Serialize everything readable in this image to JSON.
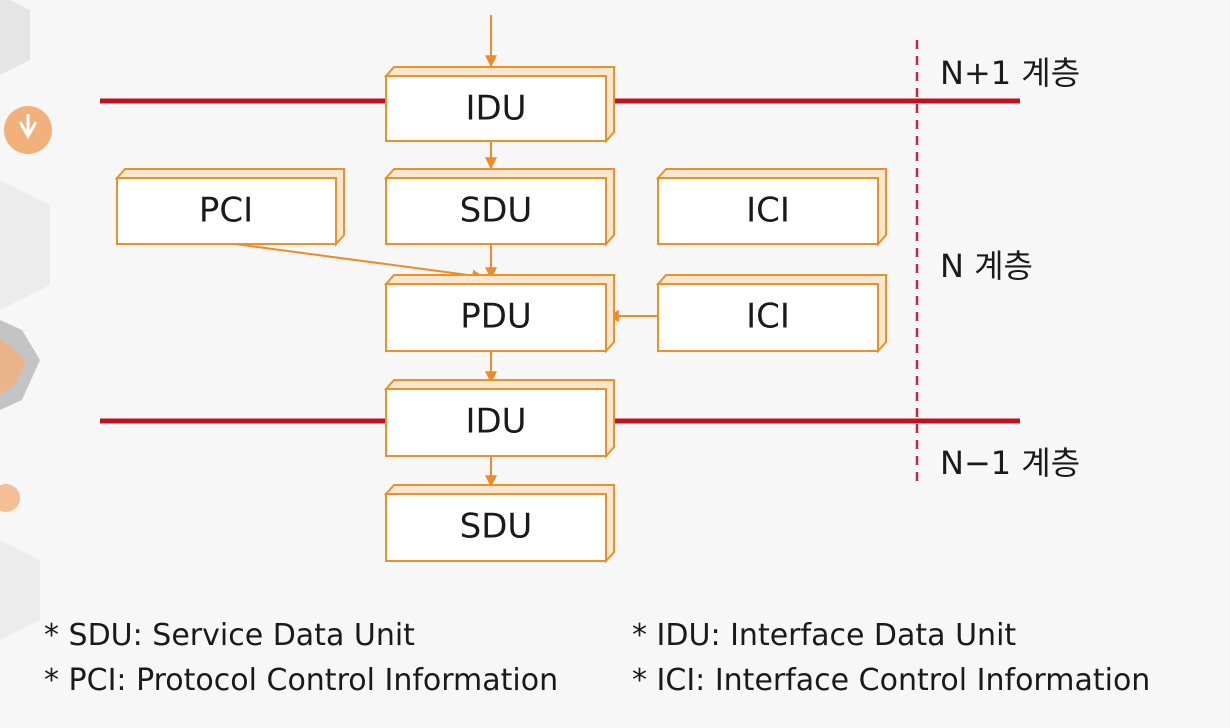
{
  "boxes": {
    "idu_top": "IDU",
    "sdu_top": "SDU",
    "pci": "PCI",
    "ici_top": "ICI",
    "pdu": "PDU",
    "ici_mid": "ICI",
    "idu_bottom": "IDU",
    "sdu_bottom": "SDU"
  },
  "layers": {
    "upper": "N+1 계층",
    "middle": "N 계층",
    "lower": "N−1 계층"
  },
  "legend": {
    "sdu": "* SDU: Service Data Unit",
    "pci": "* PCI: Protocol Control Information",
    "idu": "* IDU: Interface Data Unit",
    "ici": "* ICI: Interface Control Information"
  },
  "colors": {
    "box_border": "#e8922e",
    "arrow": "#f08a24",
    "boundary_line": "#c0101e",
    "divider": "#b03040"
  }
}
